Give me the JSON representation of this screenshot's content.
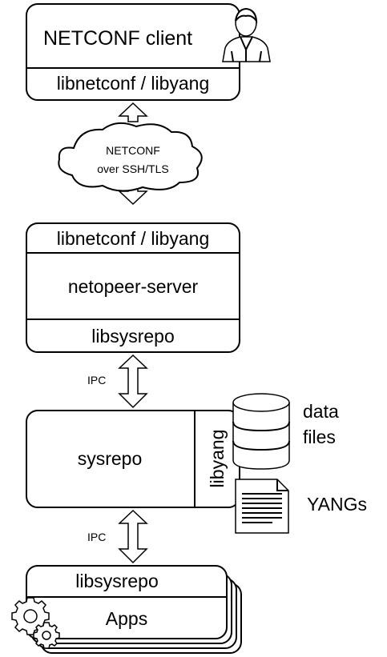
{
  "client": {
    "title": "NETCONF client",
    "lib": "libnetconf / libyang"
  },
  "transport": {
    "line1": "NETCONF",
    "line2": "over SSH/TLS"
  },
  "server": {
    "lib_top": "libnetconf / libyang",
    "name": "netopeer-server",
    "lib_bottom": "libsysrepo"
  },
  "ipc_upper": "IPC",
  "sysrepo": {
    "name": "sysrepo",
    "side_lib": "libyang"
  },
  "storage": {
    "data_line1": "data",
    "data_line2": "files",
    "yangs": "YANGs"
  },
  "ipc_lower": "IPC",
  "apps": {
    "lib": "libsysrepo",
    "name": "Apps"
  },
  "icons": {
    "user": "user-icon",
    "cloud": "cloud-icon",
    "database": "database-icon",
    "document": "document-icon",
    "gears": "gears-icon",
    "arrow": "double-arrow-icon"
  }
}
